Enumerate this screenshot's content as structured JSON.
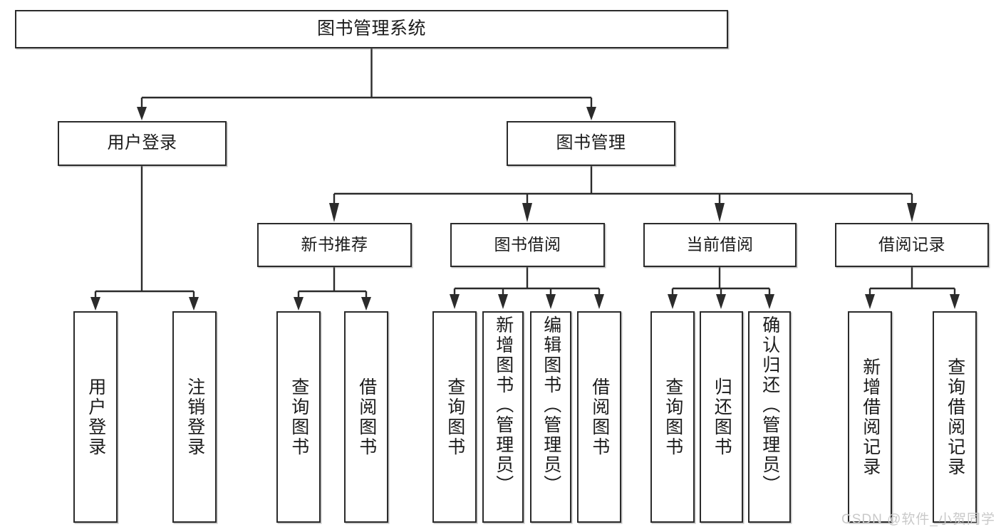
{
  "diagram": {
    "type": "tree-hierarchy",
    "title": "图书管理系统",
    "watermark": "CSDN @软件_小贺同学",
    "colors": {
      "stroke": "#2b2b2b",
      "fill": "#ffffff",
      "text": "#1b1b1b",
      "watermark": "#c9c9c9"
    },
    "nodes": {
      "root": {
        "label": "图书管理系统"
      },
      "level2": [
        {
          "label": "用户登录"
        },
        {
          "label": "图书管理"
        }
      ],
      "level3": [
        {
          "label": "新书推荐"
        },
        {
          "label": "图书借阅"
        },
        {
          "label": "当前借阅"
        },
        {
          "label": "借阅记录"
        }
      ],
      "leaves": {
        "user_login": [
          {
            "label": "用户登录"
          },
          {
            "label": "注销登录"
          }
        ],
        "new_book_recommend": [
          {
            "label": "查询图书"
          },
          {
            "label": "借阅图书"
          }
        ],
        "book_borrow": [
          {
            "label": "查询图书"
          },
          {
            "label": "新增图书（管理员）"
          },
          {
            "label": "编辑图书（管理员）"
          },
          {
            "label": "借阅图书"
          }
        ],
        "current_borrow": [
          {
            "label": "查询图书"
          },
          {
            "label": "归还图书"
          },
          {
            "label": "确认归还（管理员）"
          }
        ],
        "borrow_record": [
          {
            "label": "新增借阅记录"
          },
          {
            "label": "查询借阅记录"
          }
        ]
      }
    }
  }
}
